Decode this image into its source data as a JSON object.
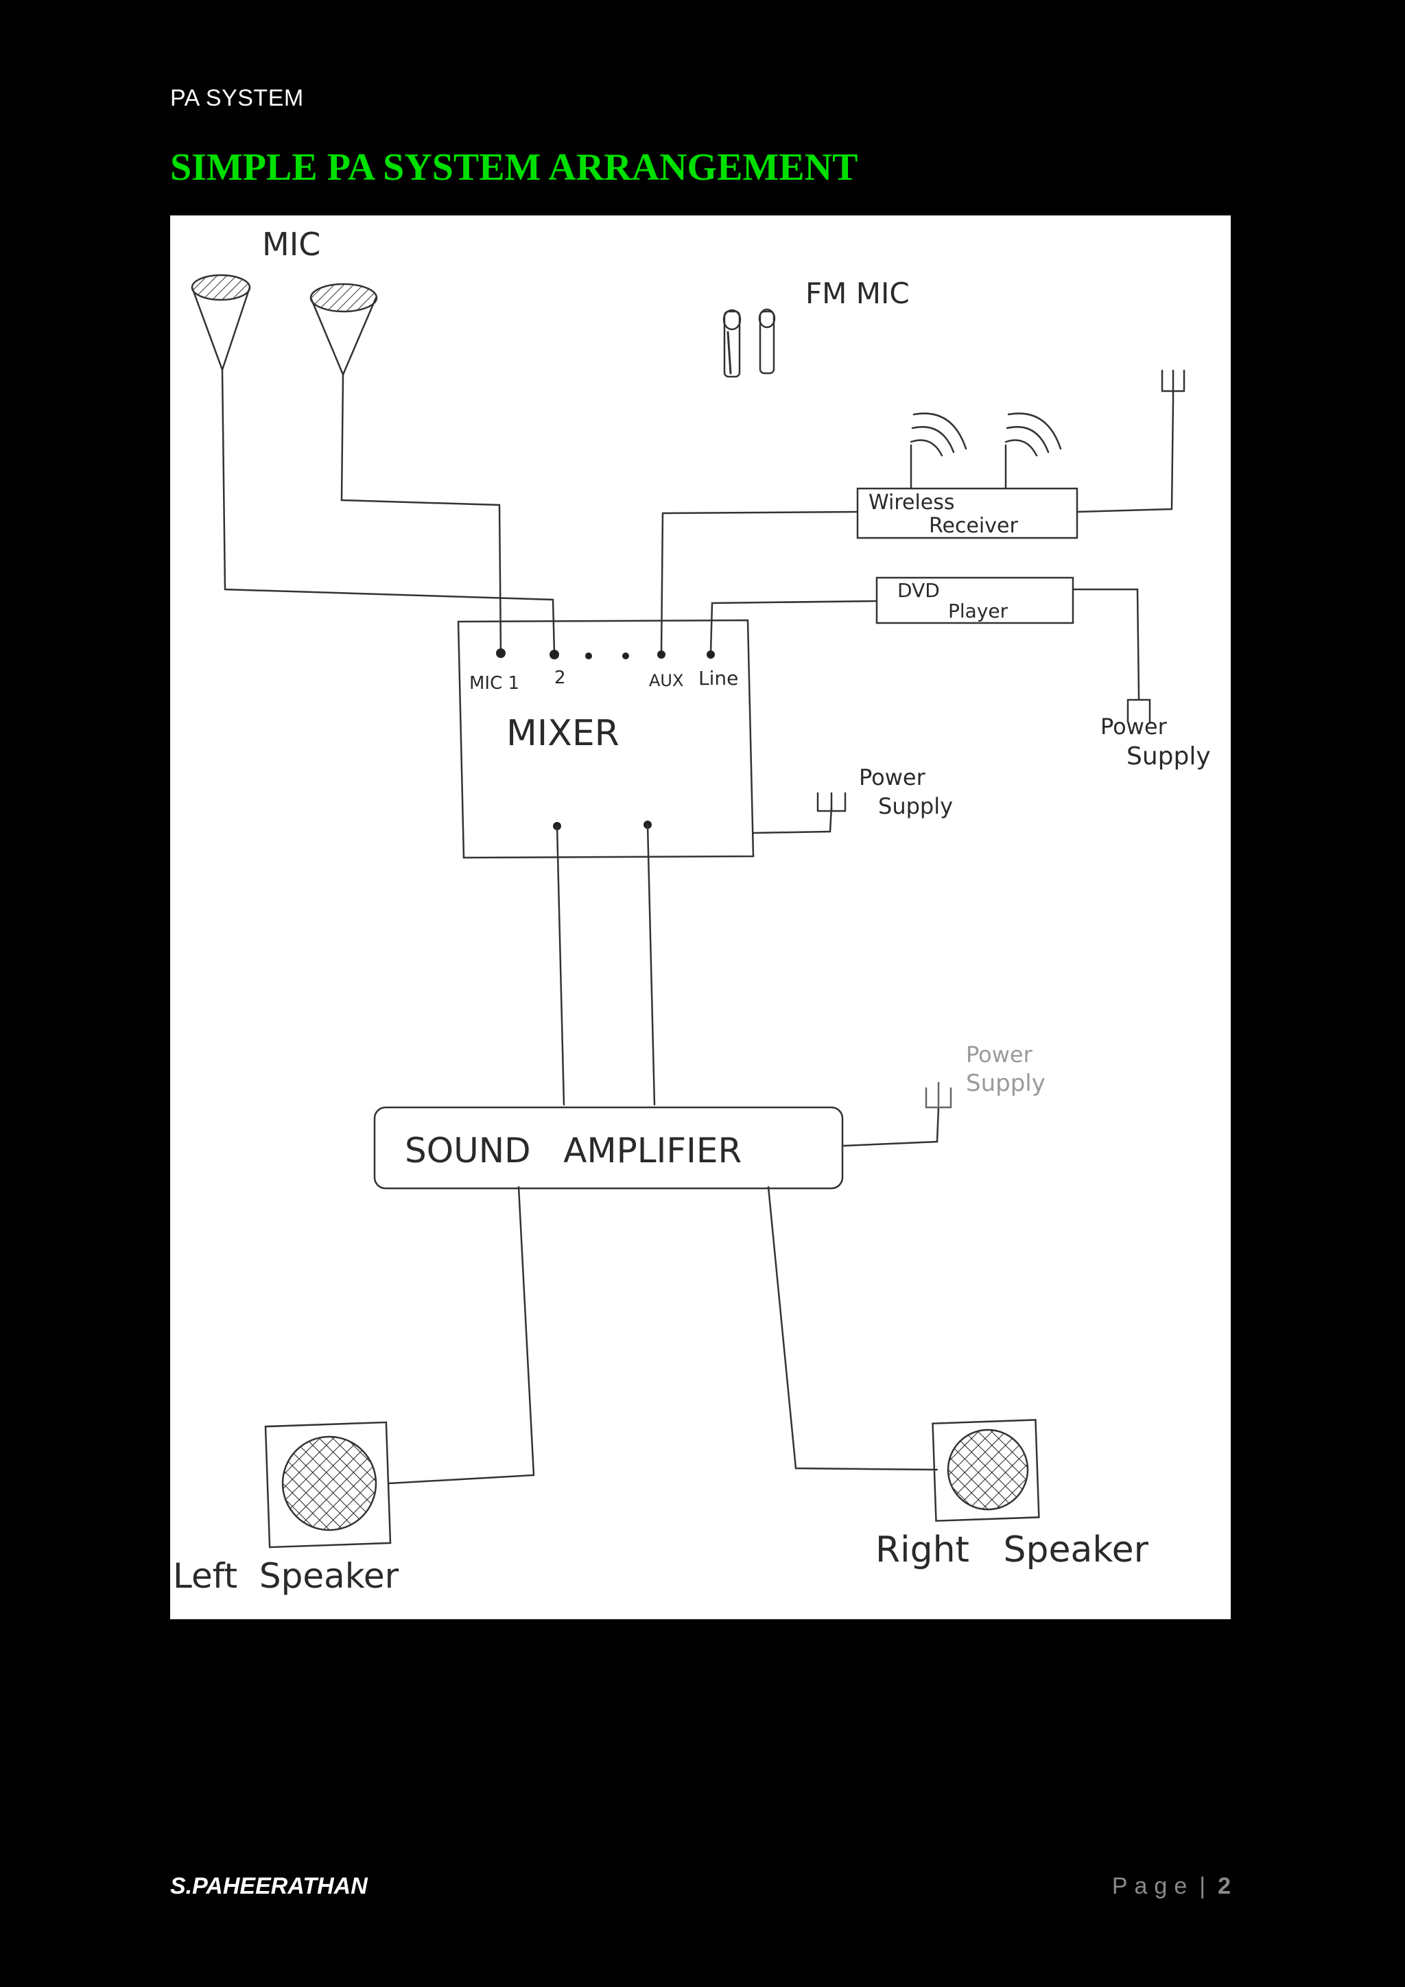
{
  "header": {
    "text": "PA SYSTEM"
  },
  "title": "SIMPLE PA SYSTEM ARRANGEMENT",
  "diagram": {
    "labels": {
      "mic": "MIC",
      "fm_mic": "FM MIC",
      "wireless_receiver_line1": "Wireless",
      "wireless_receiver_line2": "Receiver",
      "dvd_line1": "DVD",
      "dvd_line2": "Player",
      "mixer": "MIXER",
      "port_mic1": "MIC 1",
      "port_2": "2",
      "port_aux": "AUX",
      "port_line": "Line",
      "power_supply_mixer_1": "Power",
      "power_supply_mixer_2": "Supply",
      "power_supply_dvd_1": "Power",
      "power_supply_dvd_2": "Supply",
      "power_supply_amp_1": "Power",
      "power_supply_amp_2": "Supply",
      "amplifier": "SOUND   AMPLIFIER",
      "left_speaker": "Left  Speaker",
      "right_speaker": "Right   Speaker"
    }
  },
  "footer": {
    "author": "S.PAHEERATHAN",
    "page_label": "Page",
    "separator": "|",
    "page_number": "2"
  },
  "colors": {
    "background": "#000000",
    "title": "#00e000",
    "header_text": "#ffffff",
    "footer_page": "#8a8a8a"
  }
}
